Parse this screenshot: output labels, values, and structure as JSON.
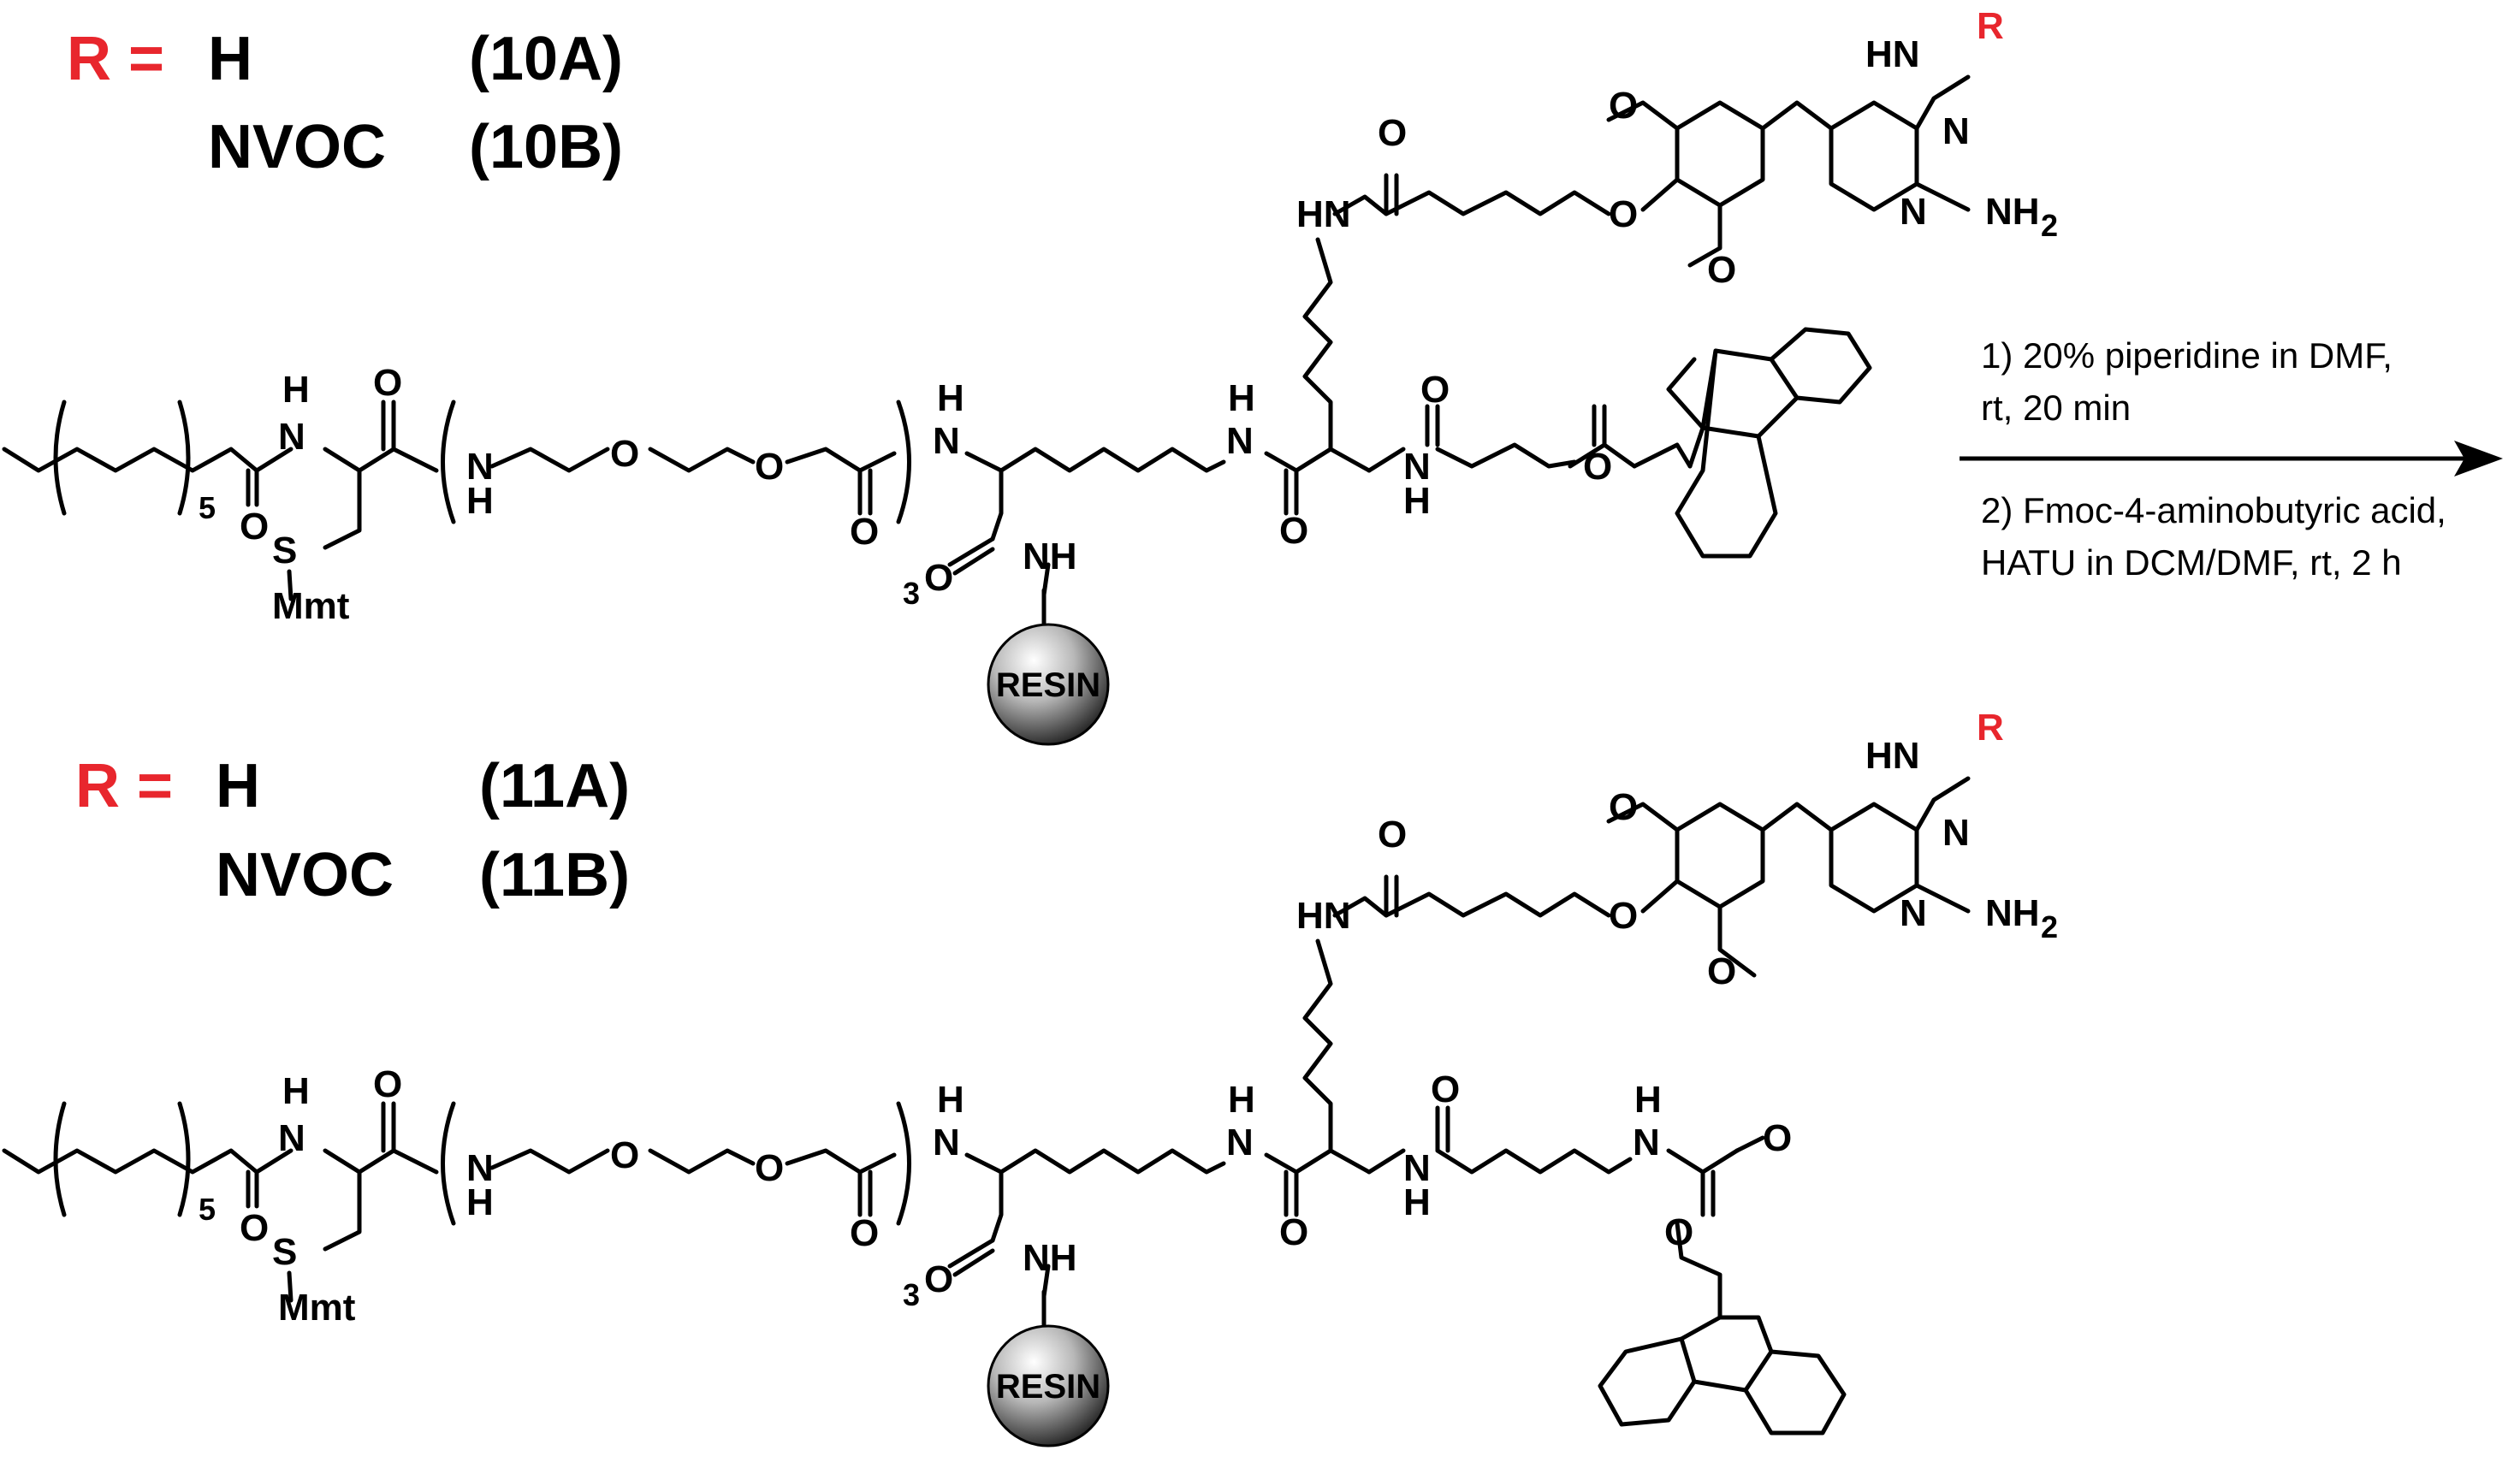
{
  "colors": {
    "r_group": "#e8262d",
    "ink": "#000000",
    "background": "#ffffff"
  },
  "top": {
    "r_prefix": "R =",
    "entries": [
      {
        "substituent": "H",
        "compound": "(10A)"
      },
      {
        "substituent": "NVOC",
        "compound": "(10B)"
      }
    ]
  },
  "bottom": {
    "r_prefix": "R =",
    "entries": [
      {
        "substituent": "H",
        "compound": "(11A)"
      },
      {
        "substituent": "NVOC",
        "compound": "(11B)"
      }
    ]
  },
  "conditions": {
    "step1_line1": "1) 20% piperidine in DMF,",
    "step1_line2": "rt, 20 min",
    "step2_line1": "2) Fmoc-4-aminobutyric acid,",
    "step2_line2": "HATU in DCM/DMF, rt, 2 h"
  },
  "atoms": {
    "nh": "NH",
    "hn": "HN",
    "n": "N",
    "h": "H",
    "o": "O",
    "s": "S",
    "r": "R",
    "nh2": "NH",
    "nh2_sub": "2",
    "mmt": "Mmt",
    "rep5": "5",
    "rep3": "3",
    "resin": "RESIN"
  }
}
